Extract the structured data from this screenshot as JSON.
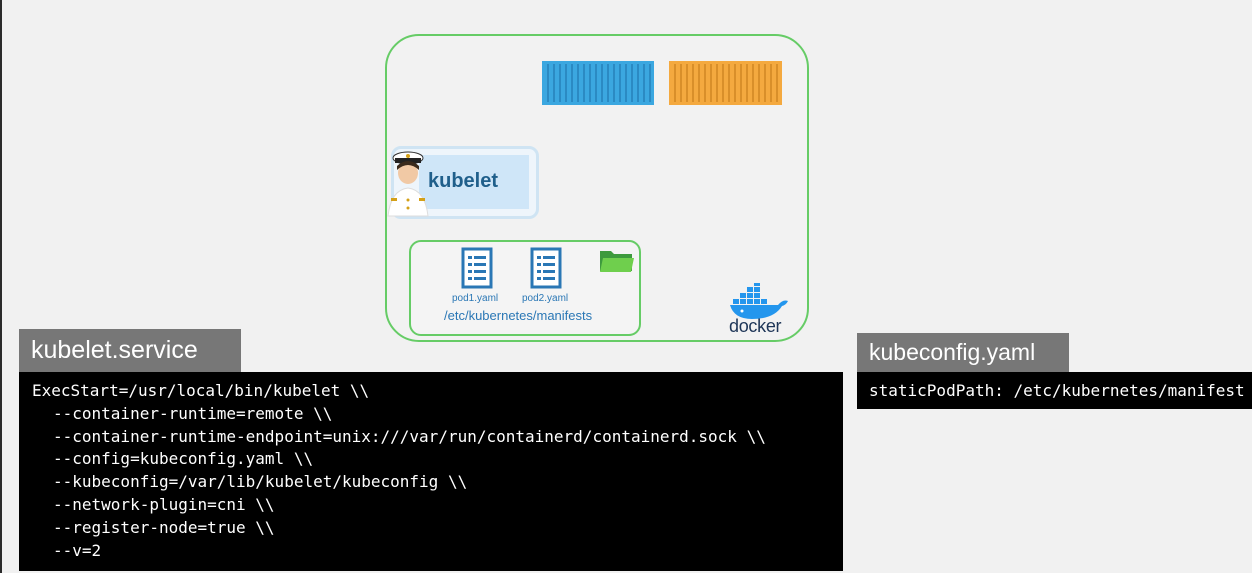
{
  "diagram": {
    "kubelet_label": "kubelet",
    "manifests": {
      "files": [
        "pod1.yaml",
        "pod2.yaml"
      ],
      "path": "/etc/kubernetes/manifests"
    },
    "runtime_label": "docker",
    "colors": {
      "node_border": "#66cc66",
      "container_blue": "#3ba7e0",
      "container_orange": "#f4a93f",
      "kubelet_text": "#1f5f8b",
      "manifest_text": "#2a77b5"
    }
  },
  "service_panel": {
    "title": "kubelet.service",
    "lines": [
      "ExecStart=/usr/local/bin/kubelet \\\\",
      "--container-runtime=remote \\\\",
      "--container-runtime-endpoint=unix:///var/run/containerd/containerd.sock \\\\",
      "--config=kubeconfig.yaml \\\\",
      "--kubeconfig=/var/lib/kubelet/kubeconfig \\\\",
      "--network-plugin=cni \\\\",
      "--register-node=true \\\\",
      "--v=2"
    ]
  },
  "kubeconfig_panel": {
    "title": "kubeconfig.yaml",
    "line": "staticPodPath: /etc/kubernetes/manifest"
  }
}
